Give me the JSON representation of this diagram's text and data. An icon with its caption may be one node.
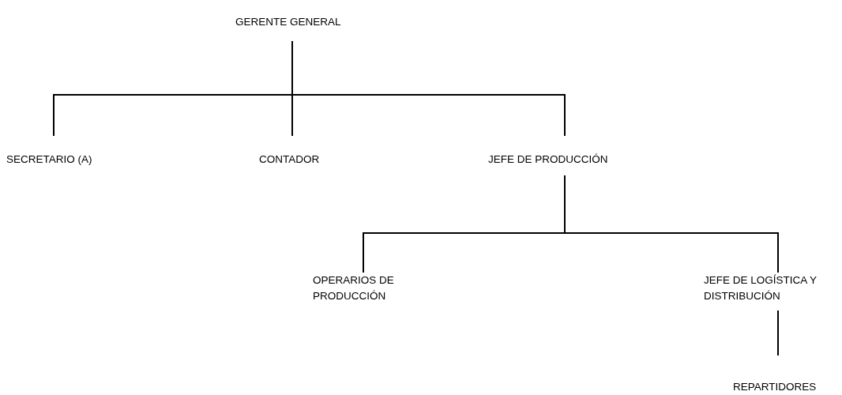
{
  "diagram": {
    "nodes": [
      {
        "text": [
          "GERENTE GENERAL"
        ]
      },
      {
        "text": [
          "SECRETARIO (A)"
        ]
      },
      {
        "text": [
          "CONTADOR"
        ]
      },
      {
        "text": [
          "JEFE DE PRODUCCIÓN"
        ]
      },
      {
        "text": [
          "OPERARIOS DE PRODUCCIÓN"
        ]
      },
      {
        "text": [
          "JEFE DE LOGÍSTICA Y DISTRIBUCIÓN"
        ]
      },
      {
        "text": [
          "REPARTIDORES"
        ]
      }
    ],
    "edges": [
      {
        "from": 0,
        "to": 1,
        "arrow": "none"
      },
      {
        "from": 0,
        "to": 2,
        "arrow": "none"
      },
      {
        "from": 0,
        "to": 3,
        "arrow": "none"
      },
      {
        "from": 3,
        "to": 4,
        "arrow": "none"
      },
      {
        "from": 3,
        "to": 5,
        "arrow": "none"
      },
      {
        "from": 5,
        "to": 6,
        "arrow": "none"
      }
    ]
  }
}
